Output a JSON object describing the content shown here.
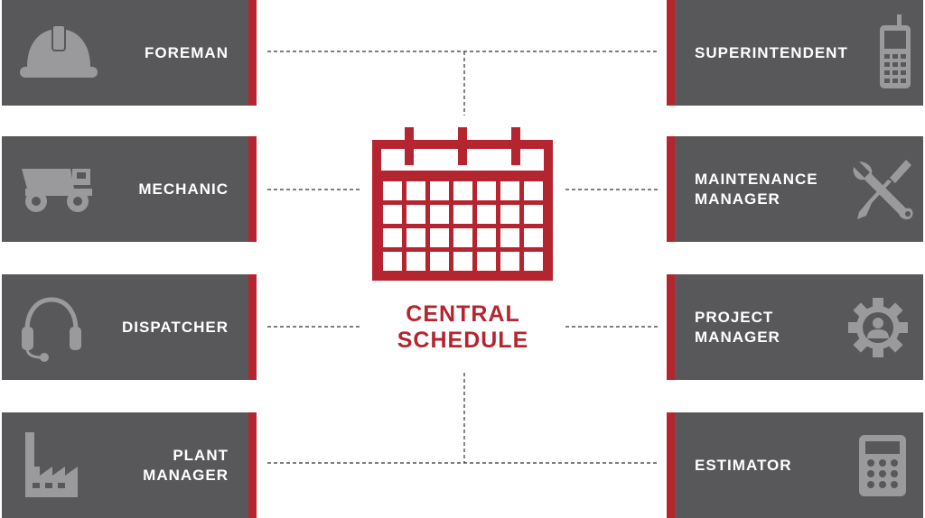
{
  "center": {
    "title_line1": "CENTRAL",
    "title_line2": "SCHEDULE",
    "icon": "calendar-icon",
    "accent_color": "#b5252f"
  },
  "panel_color": "#58585a",
  "left_roles": [
    {
      "line1": "FOREMAN",
      "line2": "",
      "icon": "hard-hat-icon"
    },
    {
      "line1": "MECHANIC",
      "line2": "",
      "icon": "dump-truck-icon"
    },
    {
      "line1": "DISPATCHER",
      "line2": "",
      "icon": "headset-icon"
    },
    {
      "line1": "PLANT",
      "line2": "MANAGER",
      "icon": "factory-icon"
    }
  ],
  "right_roles": [
    {
      "line1": "SUPERINTENDENT",
      "line2": "",
      "icon": "phone-icon"
    },
    {
      "line1": "MAINTENANCE",
      "line2": "MANAGER",
      "icon": "wrench-screwdriver-icon"
    },
    {
      "line1": "PROJECT",
      "line2": "MANAGER",
      "icon": "gear-person-icon"
    },
    {
      "line1": "ESTIMATOR",
      "line2": "",
      "icon": "calculator-icon"
    }
  ]
}
